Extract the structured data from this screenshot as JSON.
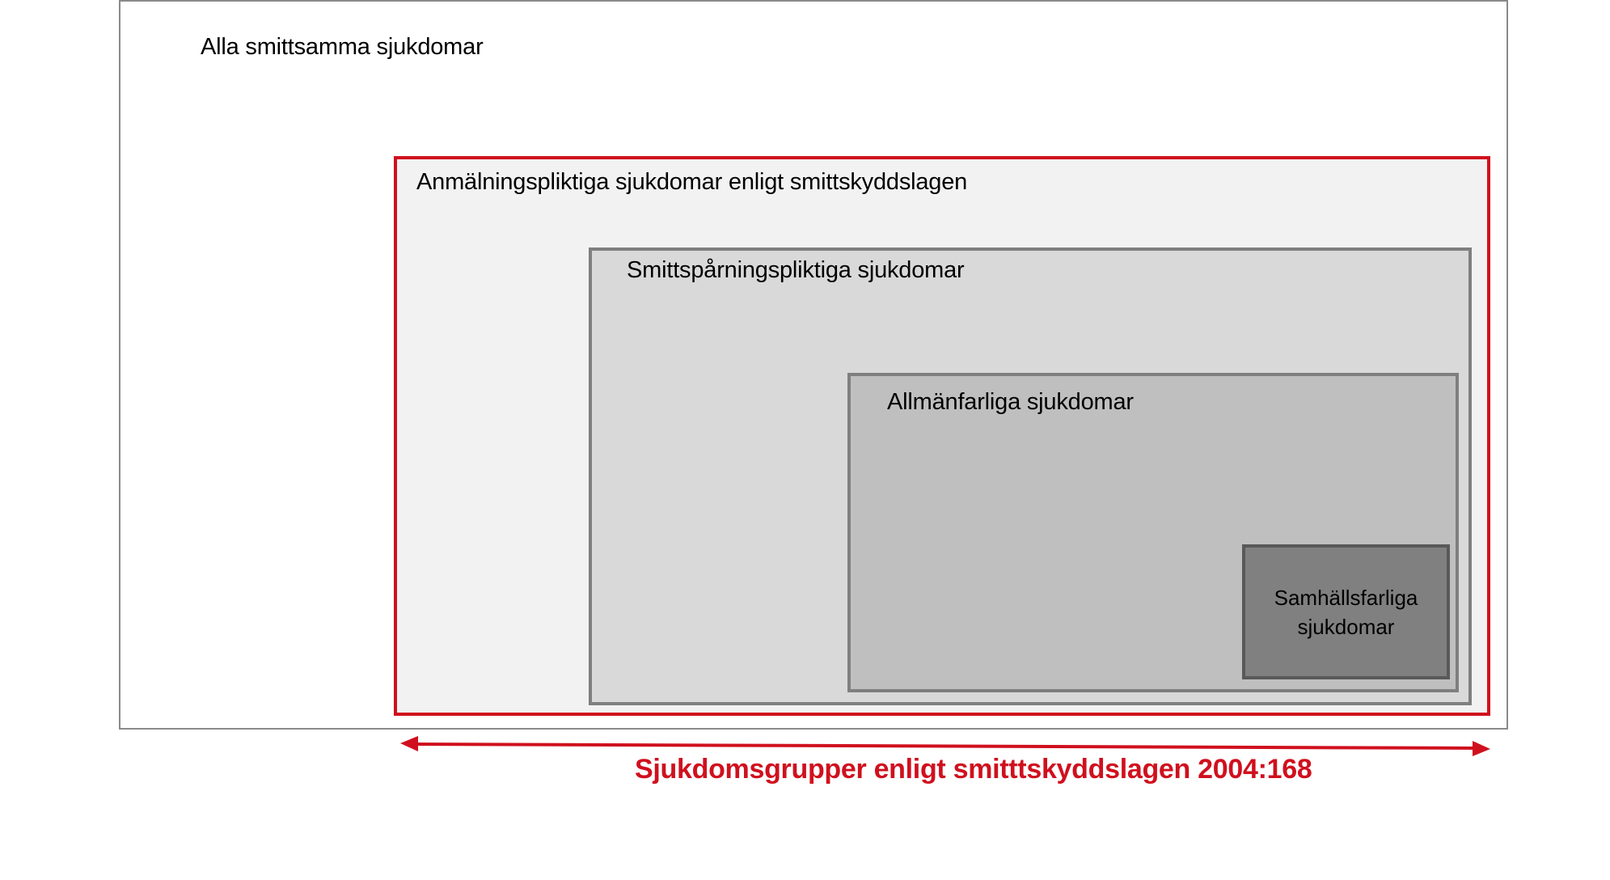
{
  "diagram": {
    "outer": {
      "label": "Alla smittsamma sjukdomar"
    },
    "notifiable": {
      "label": "Anmälningspliktiga sjukdomar enligt smittskyddslagen"
    },
    "contact_tracing": {
      "label": "Smittspårningspliktiga sjukdomar"
    },
    "general_dangerous": {
      "label": "Allmänfarliga sjukdomar"
    },
    "society_dangerous": {
      "label_line1": "Samhällsfarliga",
      "label_line2": "sjukdomar"
    },
    "caption": "Sjukdomsgrupper enligt smitttskyddslagen 2004:168"
  },
  "colors": {
    "red": "#d0101e",
    "outer_border": "#8a8a8a",
    "notifiable_fill": "#f2f2f2",
    "contact_tracing_fill": "#d9d9d9",
    "general_fill": "#bfbfbf",
    "society_fill": "#808080",
    "society_border": "#595959"
  }
}
